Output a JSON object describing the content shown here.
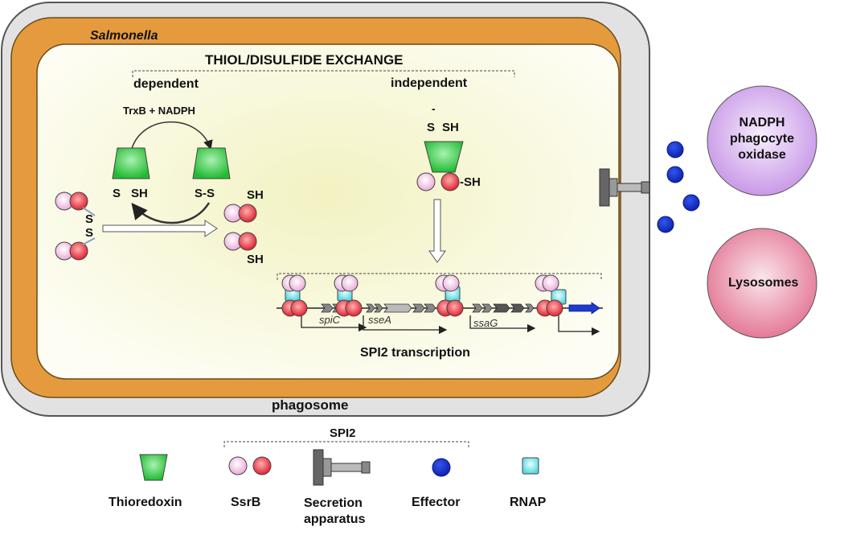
{
  "cell": {
    "organism_label": "Salmonella",
    "phagosome_label": "phagosome"
  },
  "exchange": {
    "title": "THIOL/DISULFIDE EXCHANGE",
    "dependent_label": "dependent",
    "independent_label": "independent",
    "cofactor_label": "TrxB + NADPH"
  },
  "thiols": {
    "left_s": "S",
    "left_sh": "SH",
    "ss": "S-S",
    "disulfide_s1": "S",
    "disulfide_s2": "S",
    "product_sh_top": "SH",
    "product_sh_bottom": "SH",
    "indep_minus": "-",
    "indep_s": "S",
    "indep_sh": "SH",
    "indep_ssrb_sh": "-SH"
  },
  "genes": {
    "g1": "spiC",
    "g2": "sseA",
    "g3": "ssaG"
  },
  "transcription_label": "SPI2 transcription",
  "host": {
    "nadph_oxidase": "NADPH phagocyte oxidase",
    "nadph_line1": "NADPH",
    "nadph_line2": "phagocyte",
    "nadph_line3": "oxidase",
    "lysosomes": "Lysosomes"
  },
  "legend": {
    "group_label": "SPI2",
    "thioredoxin": "Thioredoxin",
    "ssrb": "SsrB",
    "secretion_line1": "Secretion",
    "secretion_line2": "apparatus",
    "effector": "Effector",
    "rnap": "RNAP"
  },
  "colors": {
    "phagosome_fill": "#e2e2e2",
    "salmonella_membrane": "#e59b3d",
    "cytoplasm_center": "#f3f3c4",
    "thioredoxin_green": "#33cc44",
    "ssrb_pink": "#f3c6e8",
    "ssrb_red": "#e8333a",
    "effector_blue": "#1133cc",
    "rnap_cyan": "#66e0e8",
    "nadph_purple": "#c998e8",
    "lysosome_pink": "#e06d8e"
  }
}
